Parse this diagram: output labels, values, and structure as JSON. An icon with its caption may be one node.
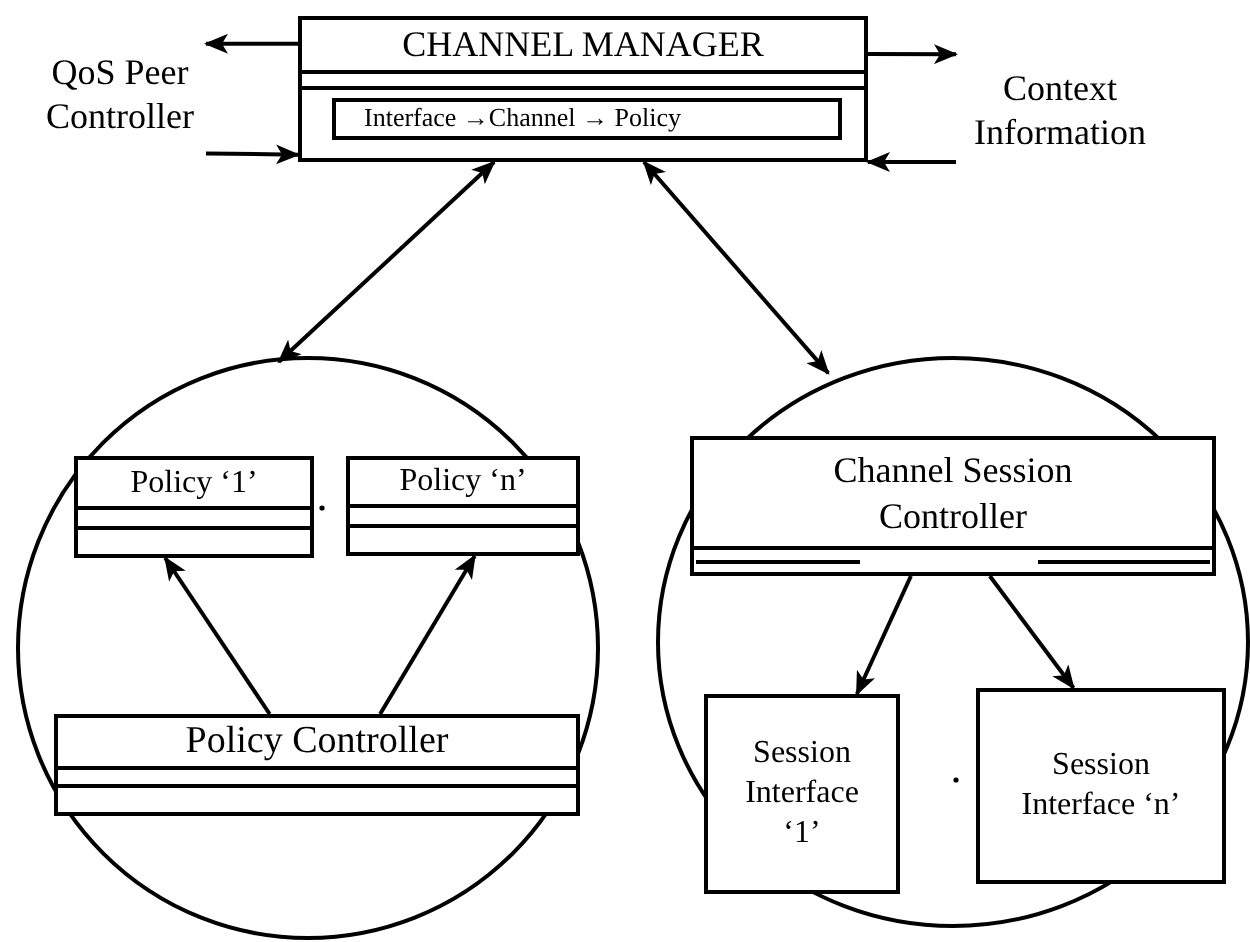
{
  "diagram": {
    "nodes": [
      {
        "text": [
          "CHANNEL MANAGER"
        ]
      },
      {
        "text": [
          "Interface →Channel → Policy"
        ],
        "in": 0
      },
      {
        "text": [
          "QoS Peer Controller"
        ]
      },
      {
        "text": [
          "Context Information"
        ]
      },
      {
        "text": [],
        "shape": "circle"
      },
      {
        "text": [
          "Policy ‘1’"
        ],
        "in": 4
      },
      {
        "text": [
          "Policy ‘n’"
        ],
        "in": 4
      },
      {
        "text": [
          "Policy Controller"
        ],
        "in": 4
      },
      {
        "text": [],
        "shape": "circle"
      },
      {
        "text": [
          "Channel Session Controller"
        ],
        "in": 8
      },
      {
        "text": [
          "Session Interface ‘1’"
        ],
        "in": 8
      },
      {
        "text": [
          "Session Interface ‘n’"
        ],
        "in": 8
      }
    ],
    "edges": [
      {
        "from": 0,
        "to": 2,
        "arrow": "to"
      },
      {
        "from": 2,
        "to": 0,
        "arrow": "to"
      },
      {
        "from": 0,
        "to": 3,
        "arrow": "to"
      },
      {
        "from": 3,
        "to": 0,
        "arrow": "to"
      },
      {
        "from": 0,
        "to": 4,
        "arrow": "both"
      },
      {
        "from": 0,
        "to": 8,
        "arrow": "both"
      },
      {
        "from": 7,
        "to": 5,
        "arrow": "to"
      },
      {
        "from": 7,
        "to": 6,
        "arrow": "to"
      },
      {
        "from": 9,
        "to": 10,
        "arrow": "to"
      },
      {
        "from": 9,
        "to": 11,
        "arrow": "to"
      }
    ]
  }
}
